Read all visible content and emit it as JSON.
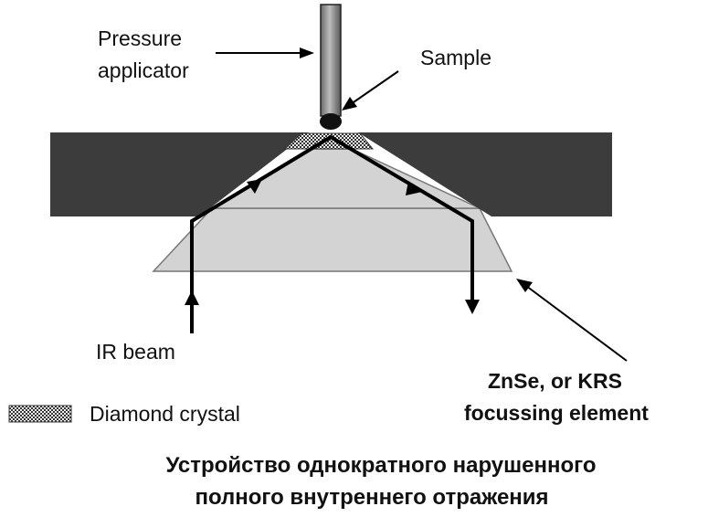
{
  "labels": {
    "pressure_applicator_line1": "Pressure",
    "pressure_applicator_line2": "applicator",
    "sample": "Sample",
    "ir_beam": "IR beam",
    "element_line1": "ZnSe, or KRS",
    "element_line2": "focussing element",
    "legend_diamond": "Diamond crystal"
  },
  "caption": {
    "line1": "Устройство однократного нарушенного",
    "line2": "полного внутреннего отражения"
  },
  "colors": {
    "plate": "#3c3c3c",
    "crystal": "#d3d3d3",
    "rod": "#8a8a8a",
    "beam": "#000000",
    "text": "#111111"
  }
}
